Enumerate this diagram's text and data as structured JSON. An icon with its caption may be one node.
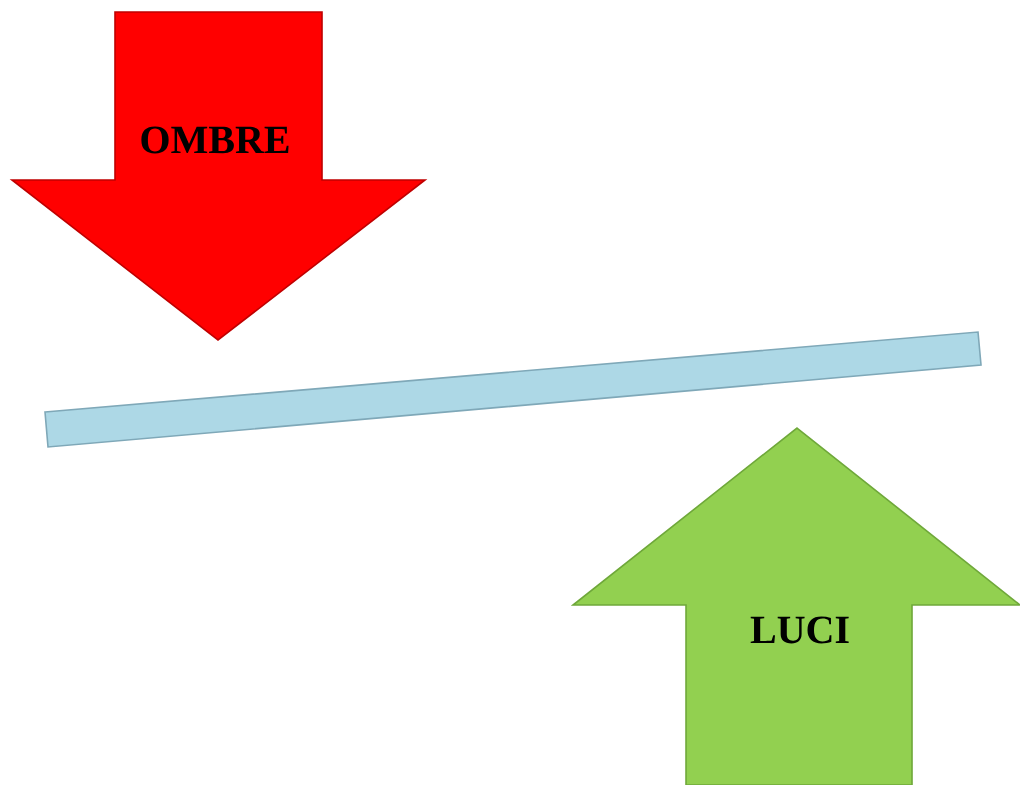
{
  "diagram": {
    "nodes": [
      {
        "text": [
          "OMBRE"
        ]
      },
      {
        "text": [],
        "shape": "bar"
      },
      {
        "text": [
          "LUCI"
        ]
      }
    ]
  }
}
